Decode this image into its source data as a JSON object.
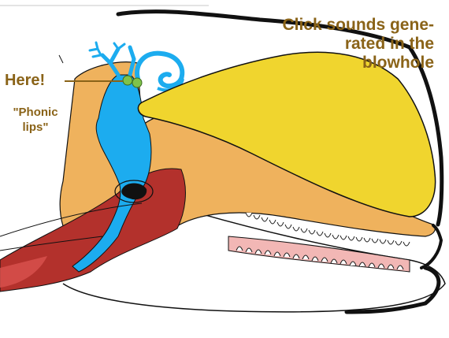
{
  "annotation": {
    "title_lines": [
      "Click sounds gene-",
      "rated in the",
      "blowhole"
    ],
    "here": "Here!",
    "phonic_lines": [
      "\"Phonic",
      "lips\""
    ]
  },
  "colors": {
    "label": "#8a6318",
    "skin_outline": "#111111",
    "melon": "#f0d52e",
    "fat": "#efb25d",
    "airway": "#1cacef",
    "muscle": "#b3312c",
    "tooth_fill": "#f2b7b5",
    "phonic_lips": "#7fc24a"
  },
  "illustration": {
    "subject": "dolphin-head-cross-section"
  }
}
